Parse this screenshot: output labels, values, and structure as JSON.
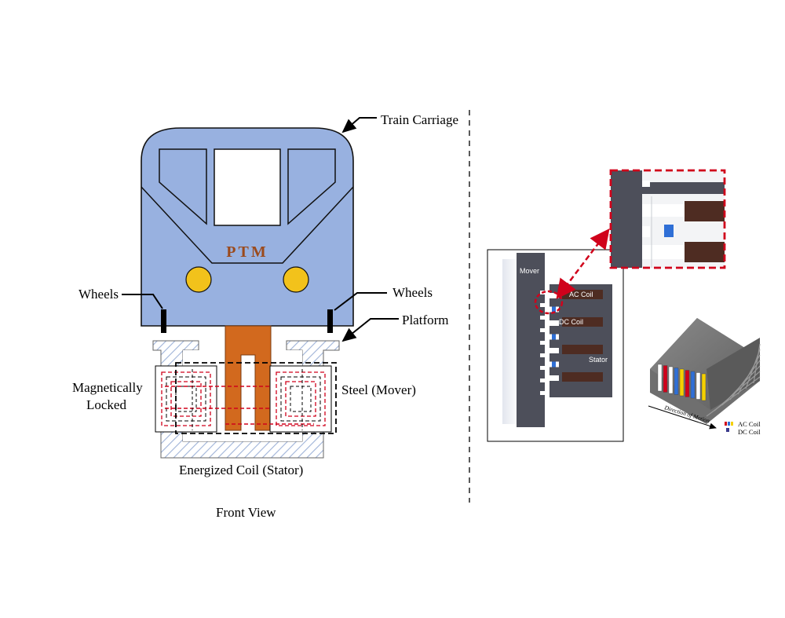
{
  "left_panel": {
    "labels": {
      "train_carriage": "Train Carriage",
      "ptm": "PTM",
      "wheels_left": "Wheels",
      "wheels_right": "Wheels",
      "platform": "Platform",
      "magnetically_line1": "Magnetically",
      "magnetically_line2": "Locked",
      "steel_mover": "Steel (Mover)",
      "energized_coil": "Energized Coil (Stator)",
      "front_view": "Front View"
    }
  },
  "right_panel": {
    "labels": {
      "mover": "Mover",
      "ac_coil": "AC Coil",
      "dc_coil": "DC Coil",
      "stator": "Stator",
      "direction_of_motion": "Direction of Motion",
      "legend_ac": "AC Coil",
      "legend_dc": "DC Coil"
    }
  },
  "colors": {
    "carriage_fill": "#98b1e0",
    "wheel_hub": "#f2c21b",
    "ptm_text": "#9b4a1c",
    "mover_copper": "#d2691e",
    "flux_red": "#d0021b",
    "stator_gray": "#4d4f5a",
    "coil_brown": "#4e2c22",
    "dc_blue": "#2f6fd6",
    "hatch_blue": "#9fb3d8"
  }
}
